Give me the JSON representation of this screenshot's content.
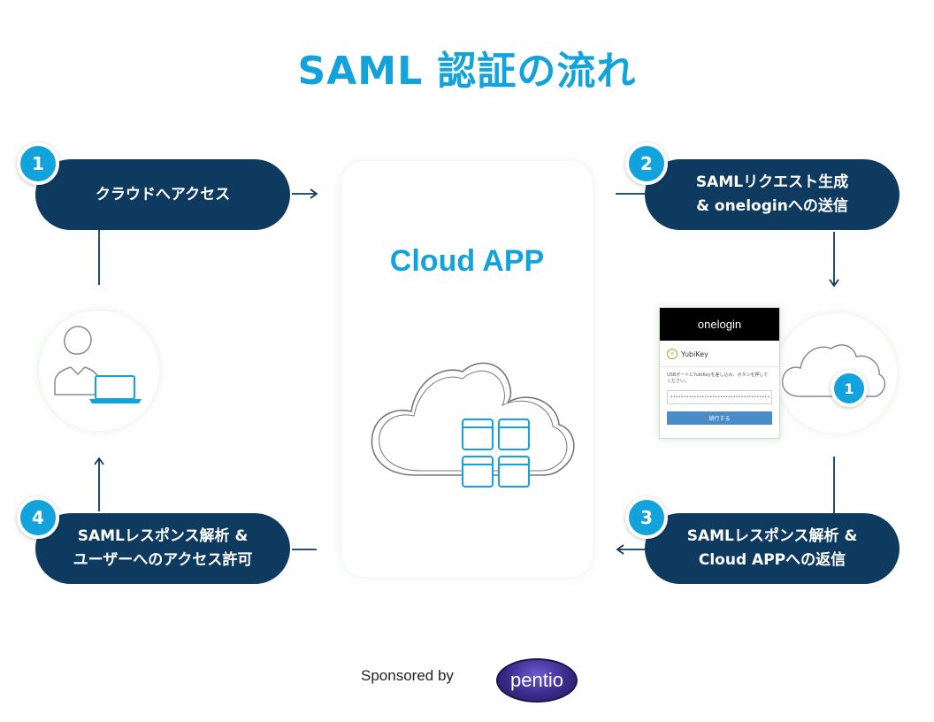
{
  "title": "SAML 認証の流れ",
  "center": {
    "app_title": "Cloud APP"
  },
  "steps": [
    {
      "number": "1",
      "lines": [
        "クラウドへアクセス"
      ]
    },
    {
      "number": "2",
      "lines": [
        "SAMLリクエスト生成",
        "& oneloginへの送信"
      ]
    },
    {
      "number": "3",
      "lines": [
        "SAMLレスポンス解析 &",
        "Cloud APPへの返信"
      ]
    },
    {
      "number": "4",
      "lines": [
        "SAMLレスポンス解析 &",
        "ユーザーへのアクセス許可"
      ]
    }
  ],
  "onelogin_box": {
    "header": "onelogin",
    "yubikey_label": "YubiKey",
    "yubikey_badge": "Y",
    "hint": "USBポートにYubiKeyを差し込み、ボタンを押してください。",
    "input_value": "••••••••••••••••••••••••••••••••••••••",
    "button_label": "続行する"
  },
  "idp_cloud_badge": "1",
  "sponsor": {
    "text": "Sponsored by",
    "logo": "pentio"
  },
  "colors": {
    "accent": "#13a3dc",
    "navy": "#0f3a5f"
  }
}
